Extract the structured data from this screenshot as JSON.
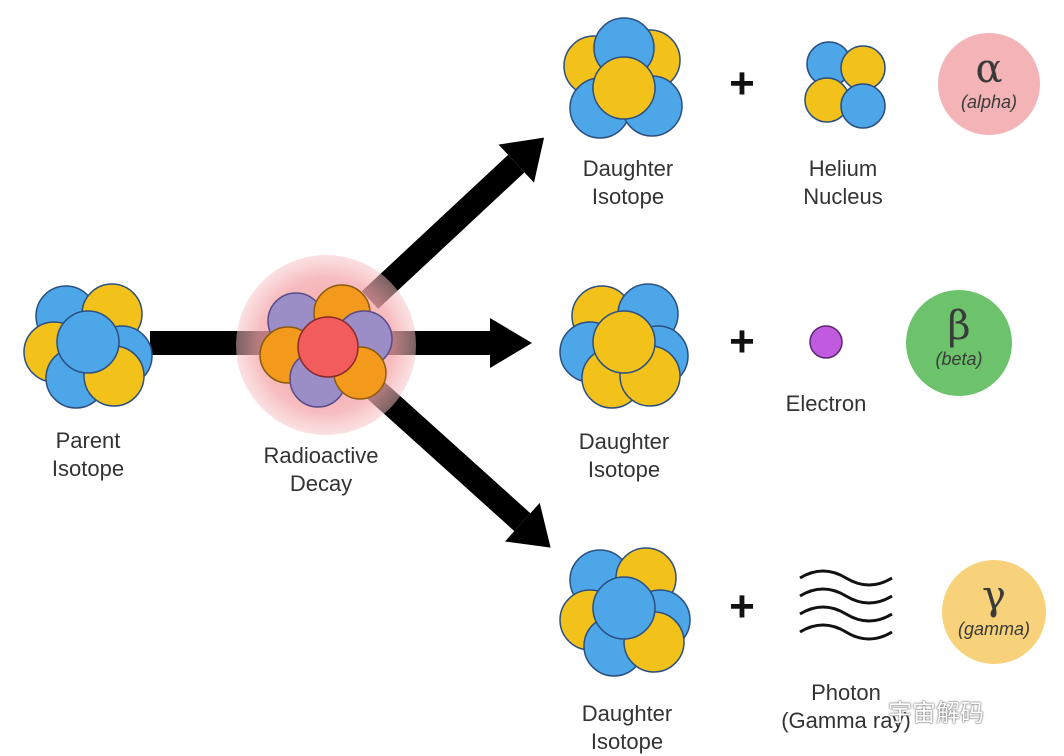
{
  "parent_label": [
    "Parent",
    "Isotope"
  ],
  "decay_label": [
    "Radioactive",
    "Decay"
  ],
  "rows": [
    {
      "daughter_label": [
        "Daughter",
        "Isotope"
      ],
      "product_label": [
        "Helium",
        "Nucleus"
      ],
      "product_icon": "helium-nucleus-icon",
      "symbol": "α",
      "name": "(alpha)",
      "color": "#f4b3b6"
    },
    {
      "daughter_label": [
        "Daughter",
        "Isotope"
      ],
      "product_label": [
        "Electron"
      ],
      "product_icon": "electron-icon",
      "symbol": "β",
      "name": "(beta)",
      "color": "#6cc36c"
    },
    {
      "daughter_label": [
        "Daughter",
        "Isotope"
      ],
      "product_label": [
        "Photon",
        "(Gamma ray)"
      ],
      "product_icon": "wave-icon",
      "symbol": "γ",
      "name": "(gamma)",
      "color": "#f7d27a"
    }
  ],
  "plus_symbol": "+",
  "colors": {
    "proton_yellow": "#f2c21b",
    "neutron_blue": "#4da6e8",
    "decay_glow": "#f4a6aa",
    "decay_orange": "#f39a1c",
    "decay_purple": "#9b8ec6",
    "decay_red": "#f25c5c",
    "electron": "#c05be0",
    "arrow": "#000000"
  },
  "watermark": "宇宙解码"
}
